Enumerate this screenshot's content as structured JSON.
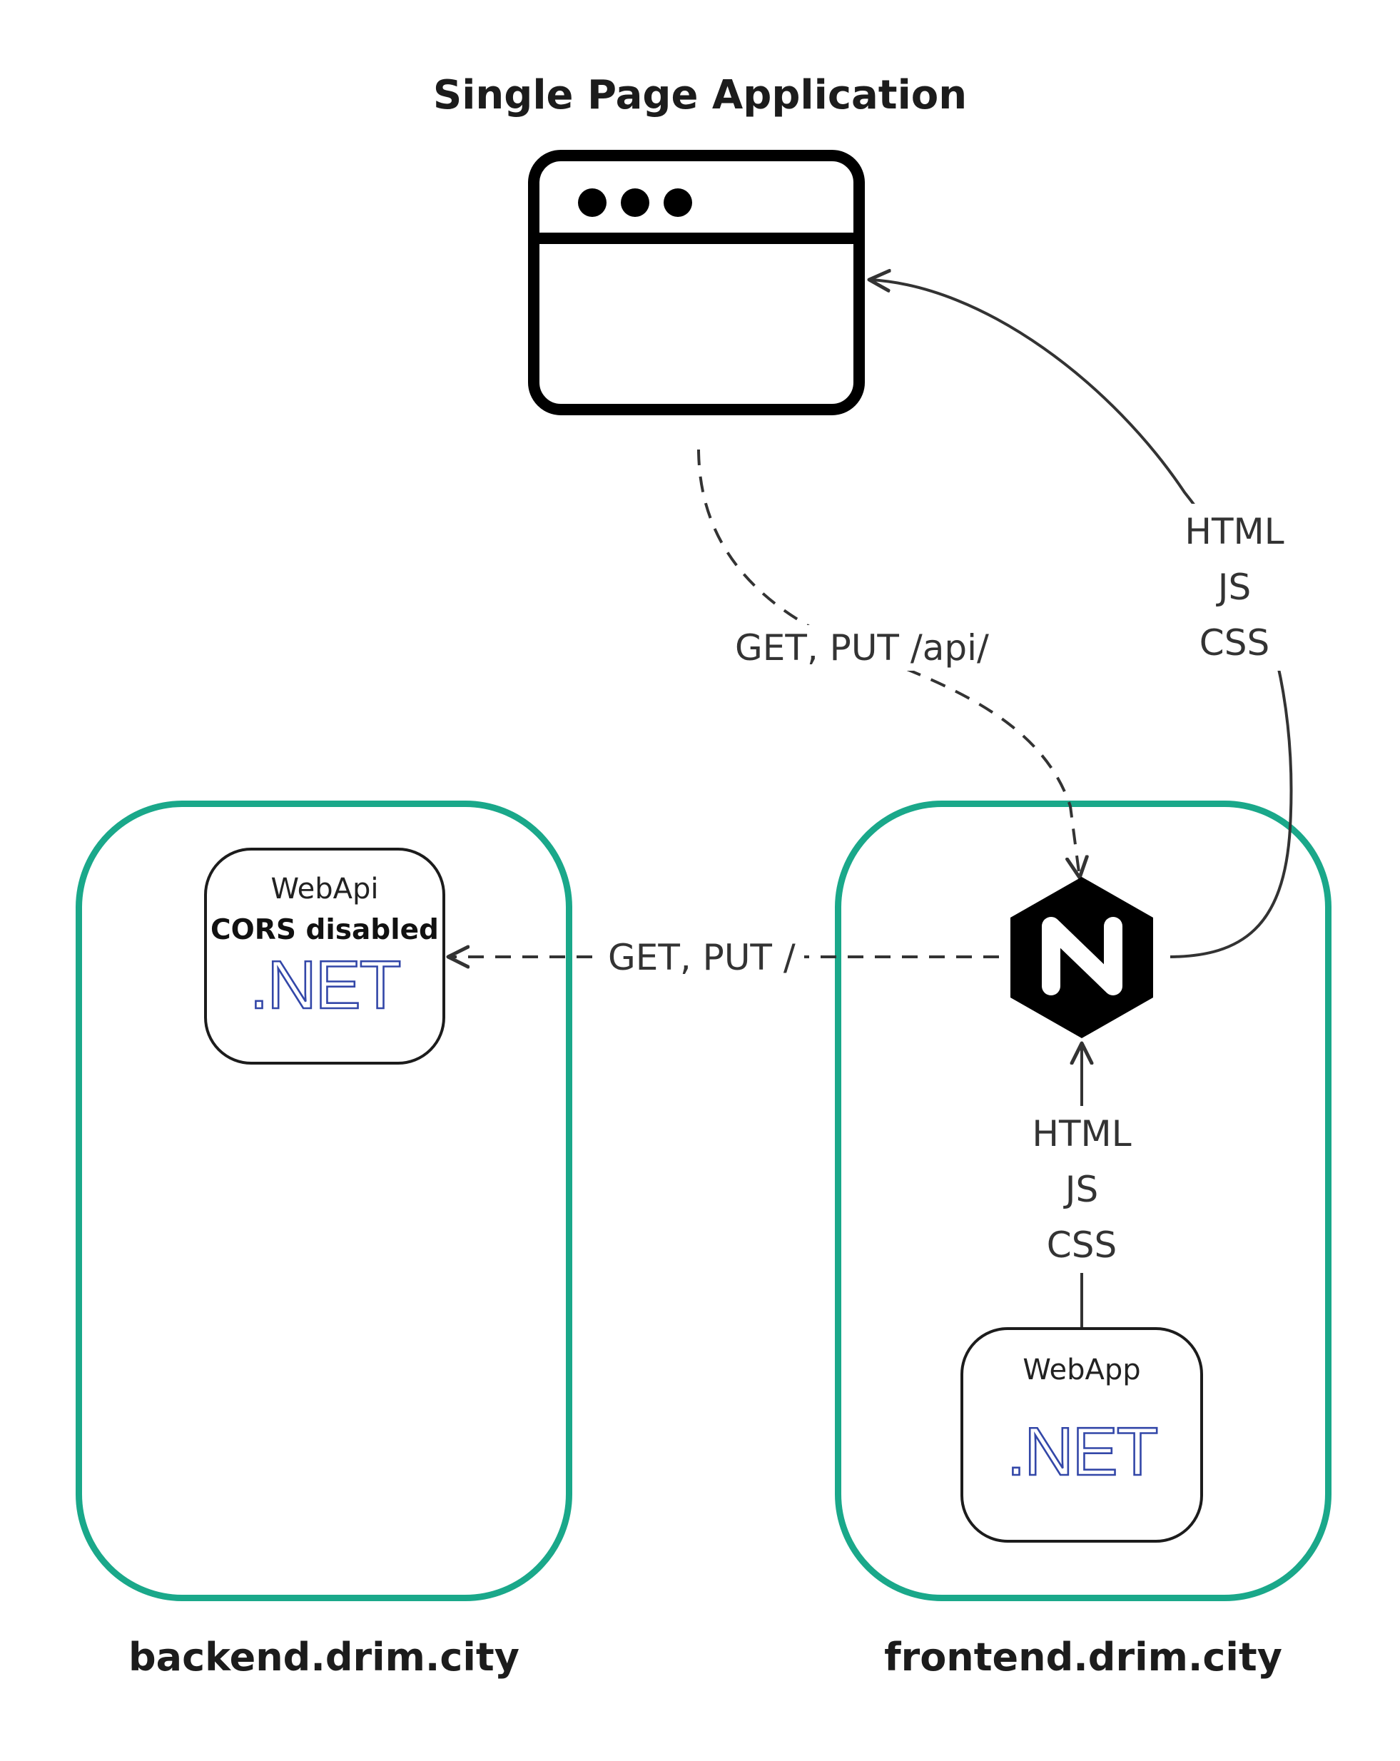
{
  "title": "Single Page Application",
  "zones": {
    "backend": {
      "label": "backend.drim.city"
    },
    "frontend": {
      "label": "frontend.drim.city"
    }
  },
  "services": {
    "webapi": {
      "name": "WebApi",
      "note": "CORS disabled",
      "framework": ".NET"
    },
    "webapp": {
      "name": "WebApp",
      "framework": ".NET"
    }
  },
  "proxy": {
    "icon": "nginx-icon",
    "letter": "N"
  },
  "edges": {
    "spa_to_proxy": "GET, PUT /api/",
    "proxy_to_webapi": "GET, PUT /",
    "proxy_to_spa": [
      "HTML",
      "JS",
      "CSS"
    ],
    "webapp_to_proxy": [
      "HTML",
      "JS",
      "CSS"
    ]
  },
  "colors": {
    "zone_border": "#1aa88a",
    "net_outline": "#3347a8",
    "line": "#333333"
  }
}
